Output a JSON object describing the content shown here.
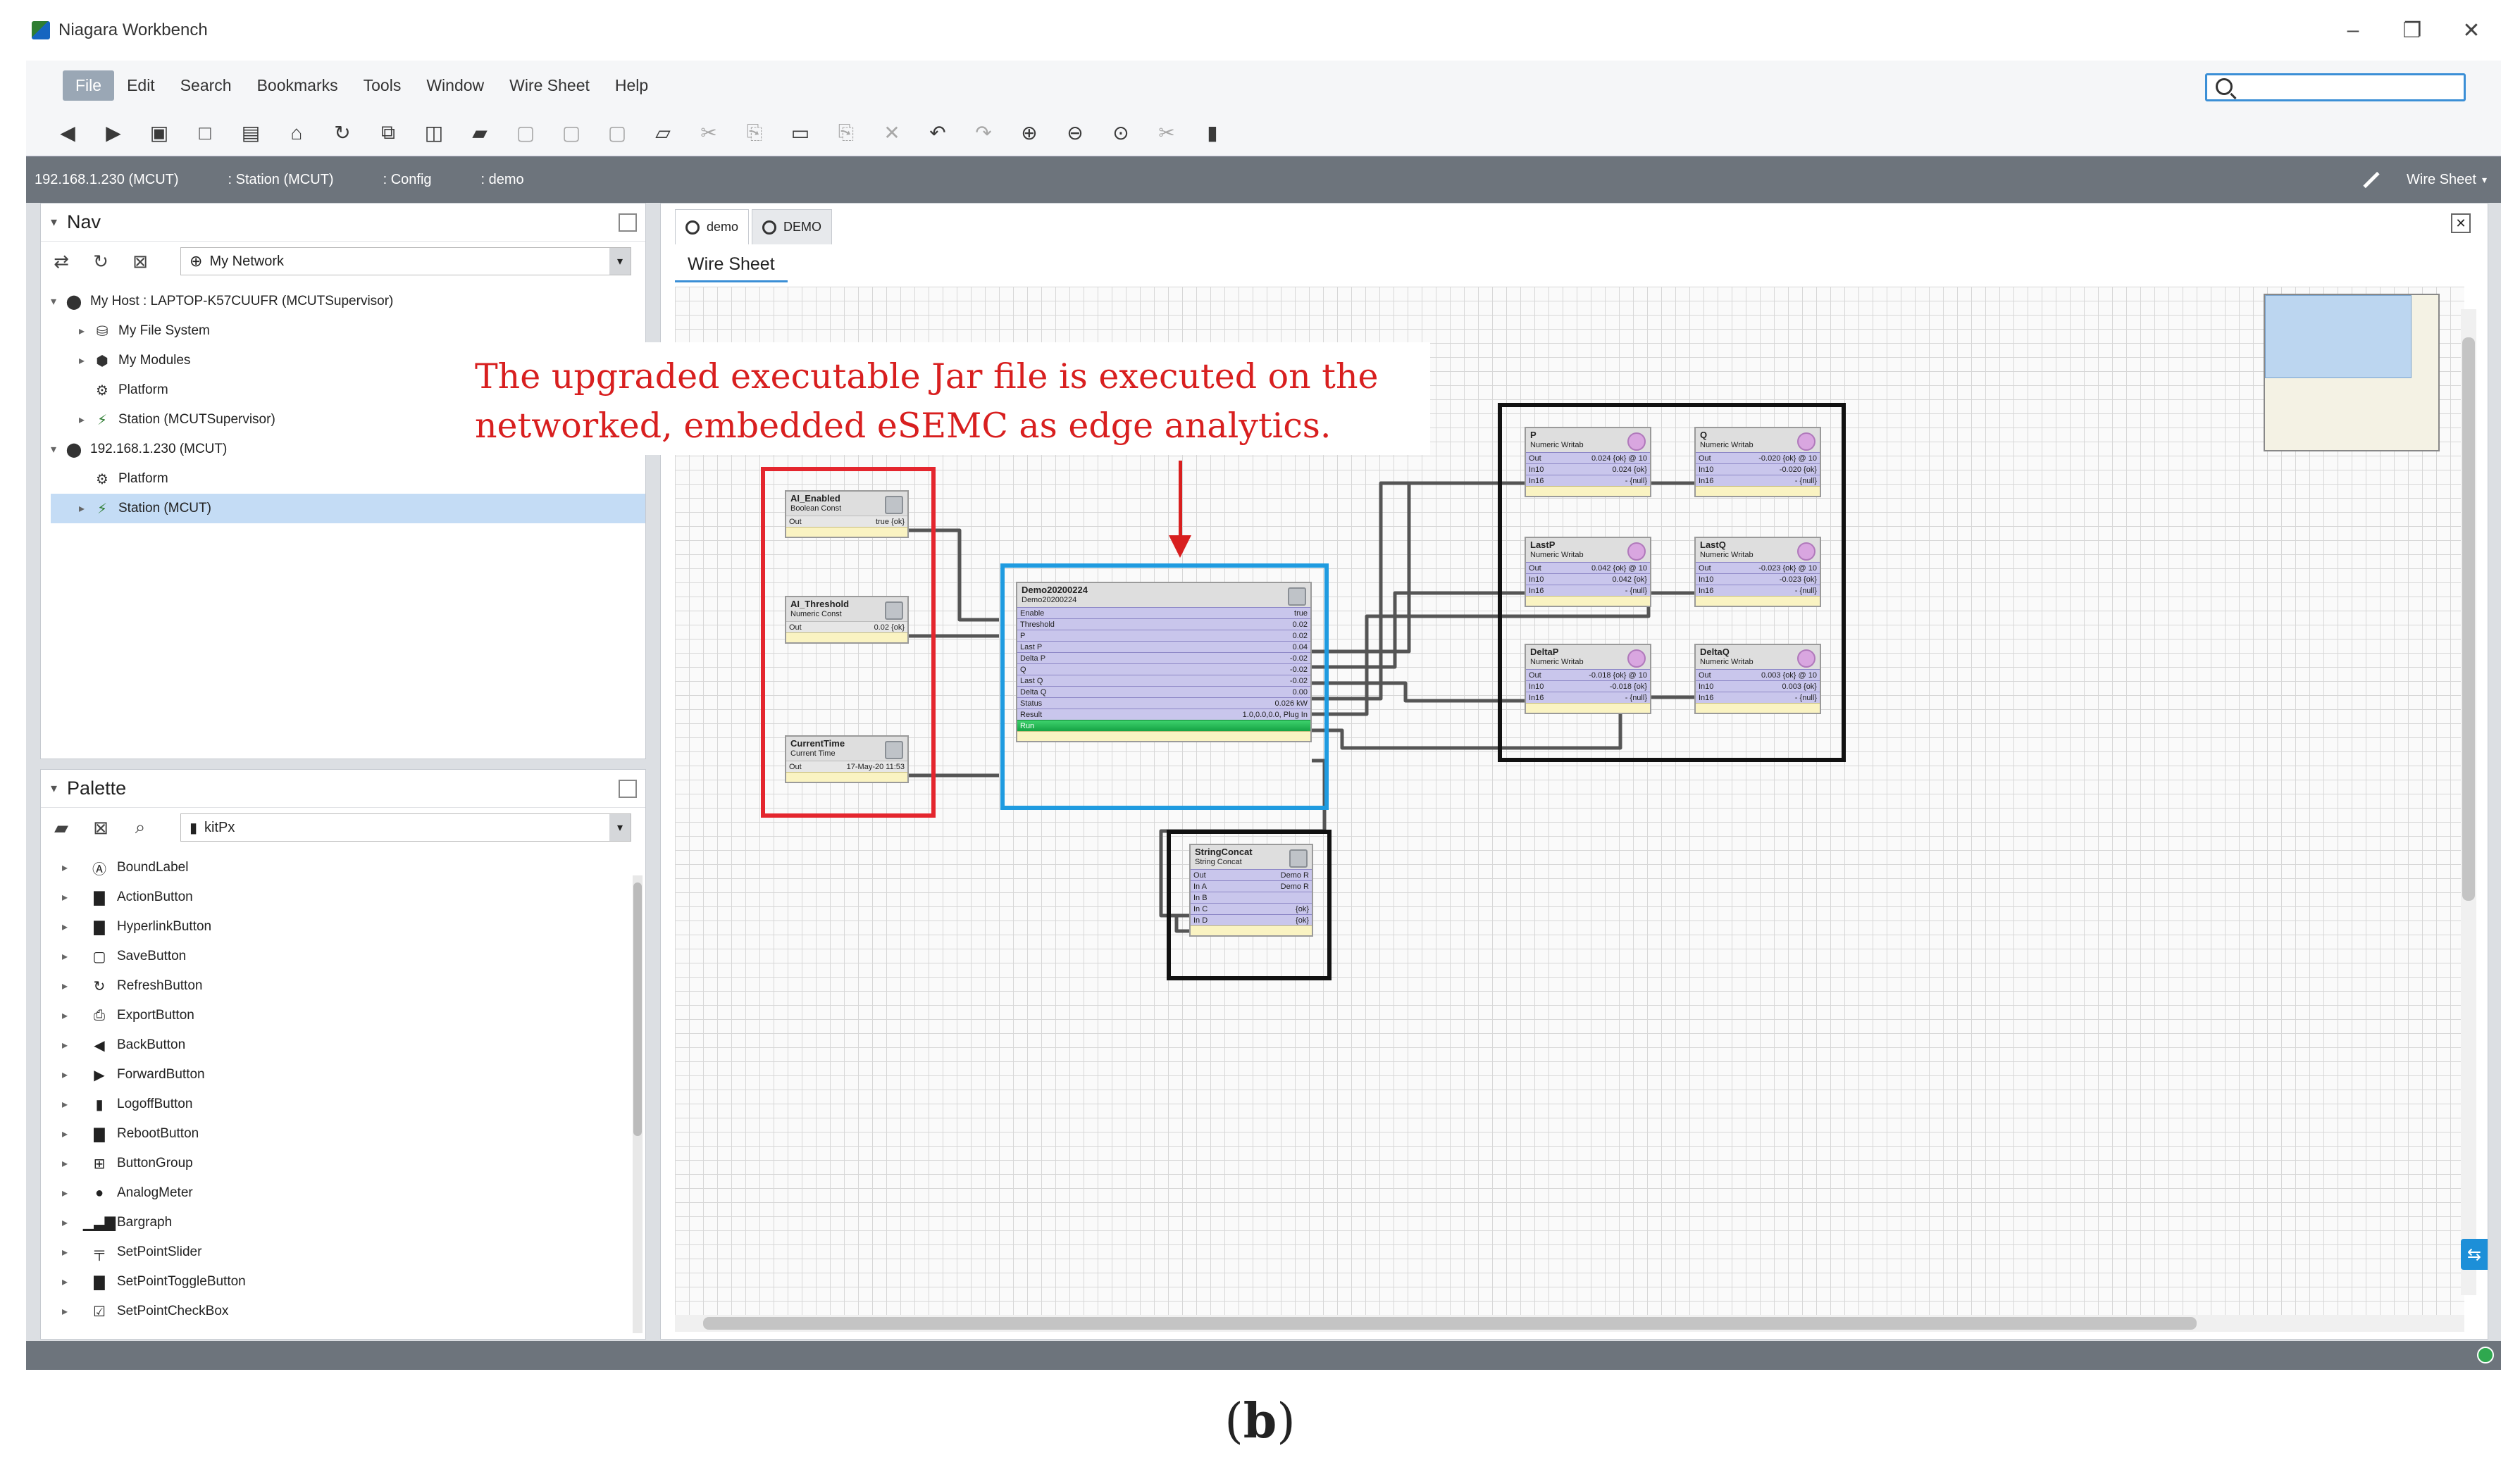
{
  "window": {
    "title": "Niagara Workbench"
  },
  "menu": [
    "File",
    "Edit",
    "Search",
    "Bookmarks",
    "Tools",
    "Window",
    "Wire Sheet",
    "Help"
  ],
  "breadcrumbs": [
    "192.168.1.230 (MCUT)",
    ": Station (MCUT)",
    ": Config",
    ": demo"
  ],
  "view_mode": "Wire Sheet",
  "nav": {
    "title": "Nav",
    "network_combo": "My Network",
    "tree": [
      {
        "label": "My Host : LAPTOP-K57CUUFR (MCUTSupervisor)",
        "level": 0,
        "icon": "host-icon",
        "expanded": true
      },
      {
        "label": "My File System",
        "level": 1,
        "icon": "filesystem-icon"
      },
      {
        "label": "My Modules",
        "level": 1,
        "icon": "modules-icon"
      },
      {
        "label": "Platform",
        "level": 1,
        "icon": "platform-icon"
      },
      {
        "label": "Station (MCUTSupervisor)",
        "level": 1,
        "icon": "station-icon"
      },
      {
        "label": "192.168.1.230 (MCUT)",
        "level": 0,
        "icon": "host-icon",
        "expanded": true
      },
      {
        "label": "Platform",
        "level": 1,
        "icon": "platform-icon"
      },
      {
        "label": "Station (MCUT)",
        "level": 1,
        "icon": "station-icon",
        "selected": true
      }
    ]
  },
  "palette": {
    "title": "Palette",
    "module_combo": "kitPx",
    "items": [
      {
        "label": "BoundLabel",
        "icon": "bound-label-icon"
      },
      {
        "label": "ActionButton",
        "icon": "action-button-icon"
      },
      {
        "label": "HyperlinkButton",
        "icon": "hyperlink-button-icon"
      },
      {
        "label": "SaveButton",
        "icon": "save-icon"
      },
      {
        "label": "RefreshButton",
        "icon": "refresh-icon"
      },
      {
        "label": "ExportButton",
        "icon": "export-icon"
      },
      {
        "label": "BackButton",
        "icon": "back-icon"
      },
      {
        "label": "ForwardButton",
        "icon": "forward-icon"
      },
      {
        "label": "LogoffButton",
        "icon": "logoff-icon"
      },
      {
        "label": "RebootButton",
        "icon": "reboot-icon"
      },
      {
        "label": "ButtonGroup",
        "icon": "button-group-icon"
      },
      {
        "label": "AnalogMeter",
        "icon": "analog-meter-icon"
      },
      {
        "label": "Bargraph",
        "icon": "bargraph-icon"
      },
      {
        "label": "SetPointSlider",
        "icon": "slider-icon"
      },
      {
        "label": "SetPointToggleButton",
        "icon": "toggle-icon"
      },
      {
        "label": "SetPointCheckBox",
        "icon": "checkbox-icon"
      }
    ]
  },
  "tabs": [
    {
      "label": "demo",
      "active": true
    },
    {
      "label": "DEMO",
      "active": false
    }
  ],
  "subtab": "Wire Sheet",
  "annotation": {
    "line1": "The upgraded executable Jar file is executed on the",
    "line2": "networked, embedded eSEMC as edge analytics."
  },
  "components": {
    "ai_enabled": {
      "name": "AI_Enabled",
      "type": "Boolean Const",
      "slots": [
        {
          "n": "Out",
          "v": "true {ok}"
        }
      ]
    },
    "ai_threshold": {
      "name": "AI_Threshold",
      "type": "Numeric Const",
      "slots": [
        {
          "n": "Out",
          "v": "0.02 {ok}"
        }
      ]
    },
    "current_time": {
      "name": "CurrentTime",
      "type": "Current Time",
      "slots": [
        {
          "n": "Out",
          "v": "17-May-20 11:53"
        }
      ]
    },
    "demo": {
      "name": "Demo20200224",
      "type": "Demo20200224",
      "slots": [
        {
          "n": "Enable",
          "v": "true"
        },
        {
          "n": "Threshold",
          "v": "0.02"
        },
        {
          "n": "P",
          "v": "0.02"
        },
        {
          "n": "Last P",
          "v": "0.04"
        },
        {
          "n": "Delta P",
          "v": "-0.02"
        },
        {
          "n": "Q",
          "v": "-0.02"
        },
        {
          "n": "Last Q",
          "v": "-0.02"
        },
        {
          "n": "Delta Q",
          "v": "0.00"
        },
        {
          "n": "Status",
          "v": "0.026 kW"
        },
        {
          "n": "Result",
          "v": "1.0,0.0,0.0, Plug In"
        },
        {
          "n": "Run",
          "v": ""
        }
      ]
    },
    "string_concat": {
      "name": "StringConcat",
      "type": "String Concat",
      "slots": [
        {
          "n": "Out",
          "v": "Demo R"
        },
        {
          "n": "In A",
          "v": "Demo R"
        },
        {
          "n": "In B",
          "v": ""
        },
        {
          "n": "In C",
          "v": "{ok}"
        },
        {
          "n": "In D",
          "v": "{ok}"
        }
      ]
    },
    "p": {
      "name": "P",
      "type": "Numeric Writab",
      "slots": [
        {
          "n": "Out",
          "v": "0.024 {ok} @ 10"
        },
        {
          "n": "In10",
          "v": "0.024 {ok}"
        },
        {
          "n": "In16",
          "v": "- {null}"
        }
      ]
    },
    "q": {
      "name": "Q",
      "type": "Numeric Writab",
      "slots": [
        {
          "n": "Out",
          "v": "-0.020 {ok} @ 10"
        },
        {
          "n": "In10",
          "v": "-0.020 {ok}"
        },
        {
          "n": "In16",
          "v": "- {null}"
        }
      ]
    },
    "lastp": {
      "name": "LastP",
      "type": "Numeric Writab",
      "slots": [
        {
          "n": "Out",
          "v": "0.042 {ok} @ 10"
        },
        {
          "n": "In10",
          "v": "0.042 {ok}"
        },
        {
          "n": "In16",
          "v": "- {null}"
        }
      ]
    },
    "lastq": {
      "name": "LastQ",
      "type": "Numeric Writab",
      "slots": [
        {
          "n": "Out",
          "v": "-0.023 {ok} @ 10"
        },
        {
          "n": "In10",
          "v": "-0.023 {ok}"
        },
        {
          "n": "In16",
          "v": "- {null}"
        }
      ]
    },
    "deltap": {
      "name": "DeltaP",
      "type": "Numeric Writab",
      "slots": [
        {
          "n": "Out",
          "v": "-0.018 {ok} @ 10"
        },
        {
          "n": "In10",
          "v": "-0.018 {ok}"
        },
        {
          "n": "In16",
          "v": "- {null}"
        }
      ]
    },
    "deltaq": {
      "name": "DeltaQ",
      "type": "Numeric Writab",
      "slots": [
        {
          "n": "Out",
          "v": "0.003 {ok} @ 10"
        },
        {
          "n": "In10",
          "v": "0.003 {ok}"
        },
        {
          "n": "In16",
          "v": "- {null}"
        }
      ]
    }
  },
  "colors": {
    "accent": "#3b8fd6",
    "annotation_red": "#d81f1f",
    "highlight_blue": "#1f9be0"
  },
  "caption": {
    "open": "(",
    "letter": "b",
    "close": ")"
  }
}
